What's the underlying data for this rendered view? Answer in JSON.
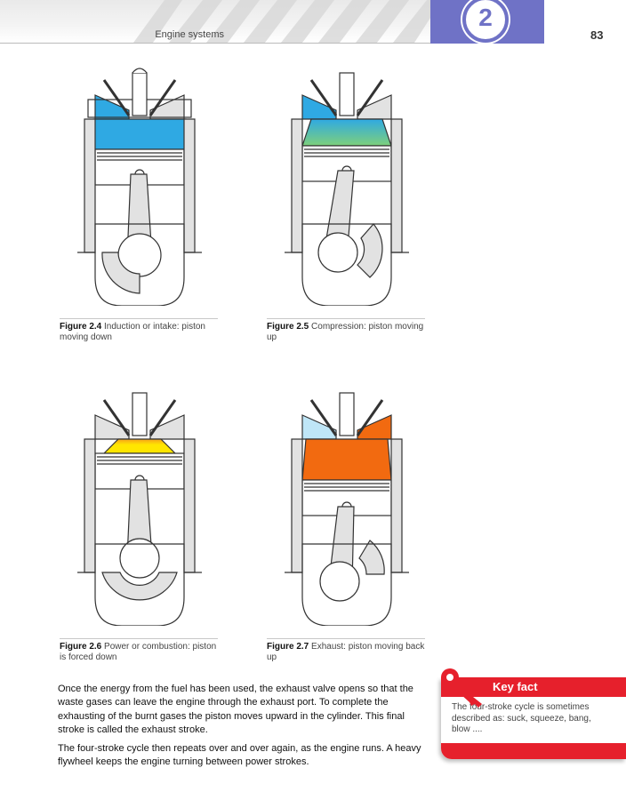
{
  "header": {
    "section_title": "Engine systems",
    "chapter_number": "2",
    "page_number": "83"
  },
  "figures": [
    {
      "label": "Figure 2.4",
      "caption": "Induction or intake: piston moving down",
      "gas_color": "#2fa9e3",
      "gas_color_2": "#2fa9e3",
      "stroke": "intake"
    },
    {
      "label": "Figure 2.5",
      "caption": "Compression: piston moving up",
      "gas_color": "#2fa9e3",
      "gas_color_2": "#7ed07a",
      "stroke": "compression"
    },
    {
      "label": "Figure 2.6",
      "caption": "Power or combustion: piston is forced down",
      "gas_color": "#ffe600",
      "gas_color_2": "#f7a21b",
      "stroke": "power"
    },
    {
      "label": "Figure 2.7",
      "caption": "Exhaust: piston moving back up",
      "gas_color": "#f26a10",
      "gas_color_2": "#f26a10",
      "stroke": "exhaust"
    }
  ],
  "body": {
    "paragraph_1": "Once the energy from the fuel has been used, the exhaust valve opens so that the waste gases can leave the engine through the exhaust port. To complete the exhausting of the burnt gases the piston moves upward in the cylinder. This final stroke is called the exhaust stroke.",
    "paragraph_2": "The four-stroke cycle then repeats over and over again, as the engine runs. A heavy flywheel keeps the engine turning between power strokes."
  },
  "key_fact": {
    "title": "Key fact",
    "text": "The four-stroke cycle is sometimes described as: suck, squeeze, bang, blow ...."
  },
  "colors": {
    "accent_purple": "#6f72c6",
    "accent_red": "#e6202c",
    "engine_grey": "#e2e2e2",
    "outline": "#333333"
  }
}
